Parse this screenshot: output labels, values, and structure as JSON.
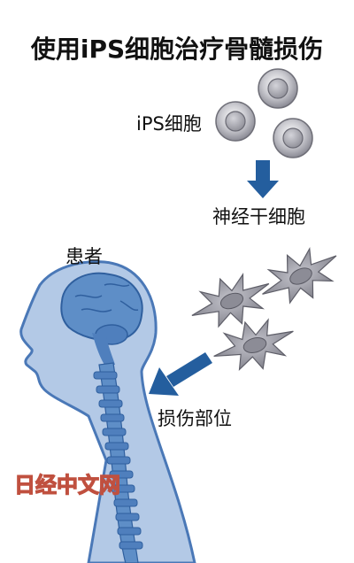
{
  "title": "使用iPS细胞治疗骨髓损伤",
  "labels": {
    "ips_cells": "iPS细胞",
    "neural_stem_cells": "神经干细胞",
    "patient": "患者",
    "injury_site": "损伤部位"
  },
  "watermark": "日经中文网",
  "colors": {
    "body_blue": "#b3c9e6",
    "body_outline": "#4a78b7",
    "arrow_blue": "#245e9e",
    "cell_gray": "#9a9aa4",
    "watermark_red": "#c0503f"
  }
}
